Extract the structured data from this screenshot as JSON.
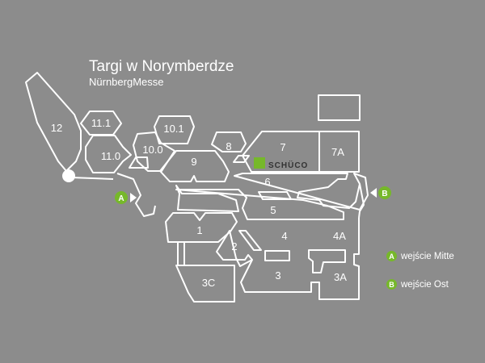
{
  "header": {
    "title": "Targi w Norymberdze",
    "subtitle": "NürnbergMesse"
  },
  "halls": [
    "12",
    "11.1",
    "11.0",
    "10.1",
    "10.0",
    "9",
    "8",
    "7",
    "7A",
    "6",
    "5",
    "4",
    "4A",
    "3",
    "3A",
    "3C",
    "2",
    "1"
  ],
  "logo": {
    "text": "SCHÜCO",
    "color": "#76b82a"
  },
  "entrances": [
    {
      "id": "A",
      "label": "wejście Mitte"
    },
    {
      "id": "B",
      "label": "wejście Ost"
    }
  ],
  "colors": {
    "background": "#8c8c8c",
    "accent": "#76b82a",
    "lines": "#ffffff"
  }
}
